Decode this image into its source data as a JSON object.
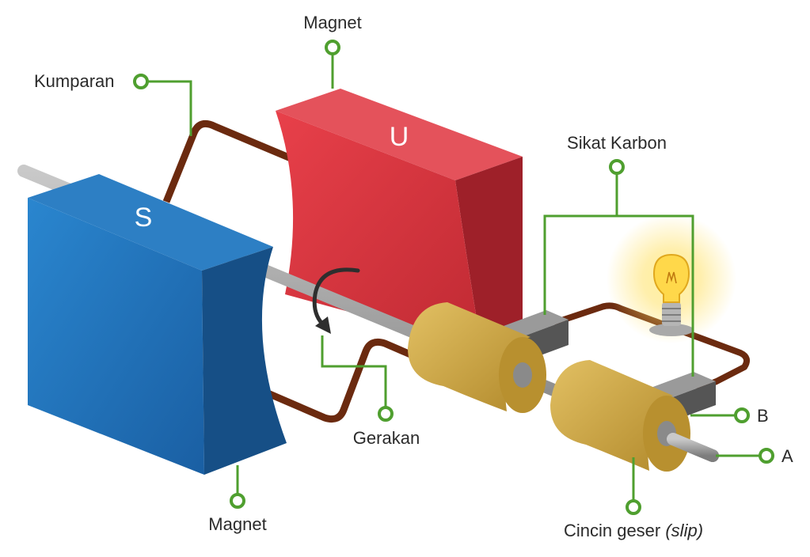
{
  "colors": {
    "leader": "#4f9f2f",
    "magnet_s": "#1f6fb5",
    "magnet_u": "#d7343d",
    "coil": "#6b2a0f",
    "shaft": "#9a9a9a",
    "ring": "#c6a03c",
    "brush": "#6f6f6f"
  },
  "labels": {
    "magnet_top": "Magnet",
    "kumparan": "Kumparan",
    "sikat_karbon": "Sikat Karbon",
    "gerakan": "Gerakan",
    "magnet_bottom": "Magnet",
    "cincin_geser": "Cincin geser ",
    "cincin_geser_italic": "(slip)",
    "terminal_b": "B",
    "terminal_a": "A"
  },
  "poles": {
    "south": "S",
    "north": "U"
  },
  "icons": {
    "rotation": "rotation-arrow-icon",
    "lamp": "light-bulb-icon"
  }
}
